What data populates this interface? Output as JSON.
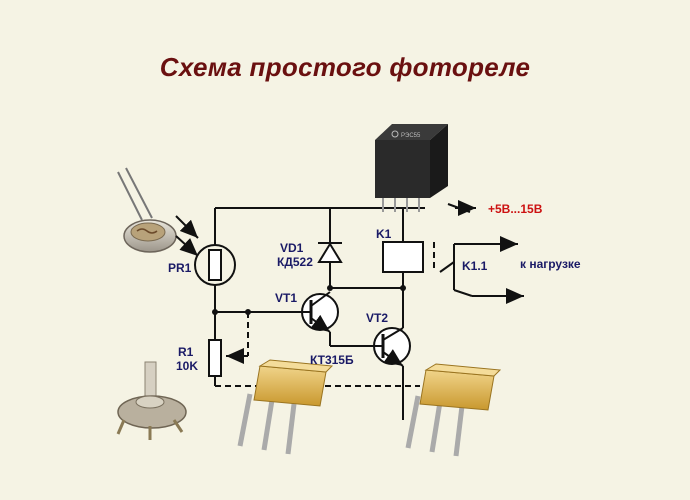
{
  "title": "Схема простого фотореле",
  "labels": {
    "pr1": "PR1",
    "vd1": "VD1",
    "vd1_type": "КД522",
    "k1": "K1",
    "k11": "K1.1",
    "vt1": "VT1",
    "vt2": "VT2",
    "transistor_type": "КТ315Б",
    "r1": "R1",
    "r1_value": "10K",
    "supply": "+5В...15В",
    "load": "к нагрузке",
    "relay_marking": "РЭС55"
  },
  "colors": {
    "title": "#6a1010",
    "supply_label": "#cc1111",
    "component_label": "#1a1a66",
    "background": "#f5f3e4"
  }
}
